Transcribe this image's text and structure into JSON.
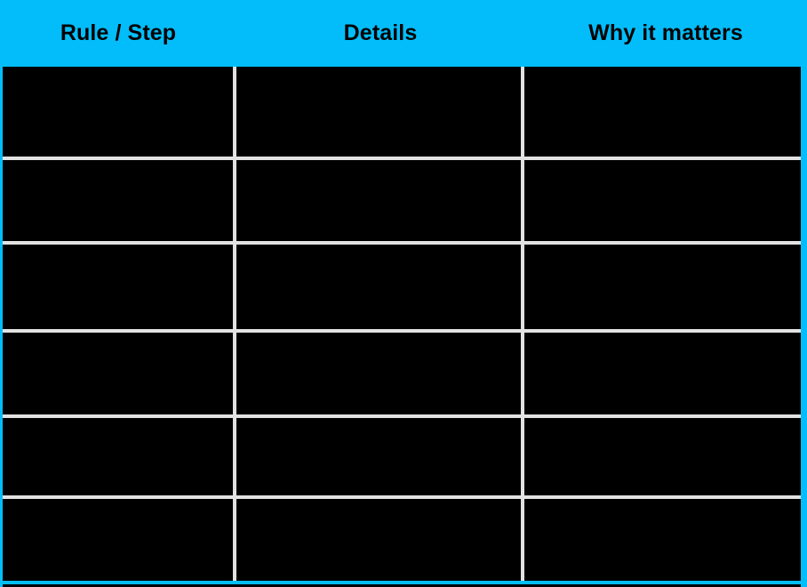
{
  "table": {
    "header": {
      "columns": [
        {
          "label": "Rule / Step"
        },
        {
          "label": "Details"
        },
        {
          "label": "Why it matters"
        }
      ],
      "background_color": "#03BDFB",
      "text_color": "#000000"
    },
    "body": {
      "background_color": "#000000",
      "gridline_color": "#E2E2E2",
      "row_count": 6,
      "column_count": 3,
      "rows": [
        {
          "rule_step": "",
          "details": "",
          "why_it_matters": ""
        },
        {
          "rule_step": "",
          "details": "",
          "why_it_matters": ""
        },
        {
          "rule_step": "",
          "details": "",
          "why_it_matters": ""
        },
        {
          "rule_step": "",
          "details": "",
          "why_it_matters": ""
        },
        {
          "rule_step": "",
          "details": "",
          "why_it_matters": ""
        },
        {
          "rule_step": "",
          "details": "",
          "why_it_matters": ""
        }
      ]
    },
    "border_color": "#03BDFB"
  }
}
